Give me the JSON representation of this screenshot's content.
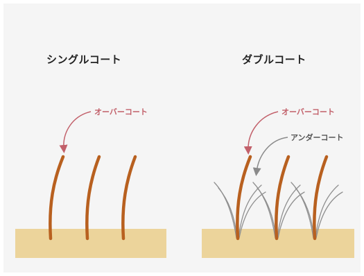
{
  "panels": {
    "single": {
      "title": "シングルコート",
      "overcoat_label": "オーバーコート"
    },
    "double": {
      "title": "ダブルコート",
      "overcoat_label": "オーバーコート",
      "undercoat_label": "アンダーコート"
    }
  },
  "colors": {
    "background": "#f5f5f5",
    "skin": "#ecd49b",
    "overcoat_hair": "#b8601f",
    "undercoat_hair": "#8f8f8f",
    "overcoat_arrow": "#c2606a",
    "undercoat_arrow": "#8a8a8a"
  }
}
